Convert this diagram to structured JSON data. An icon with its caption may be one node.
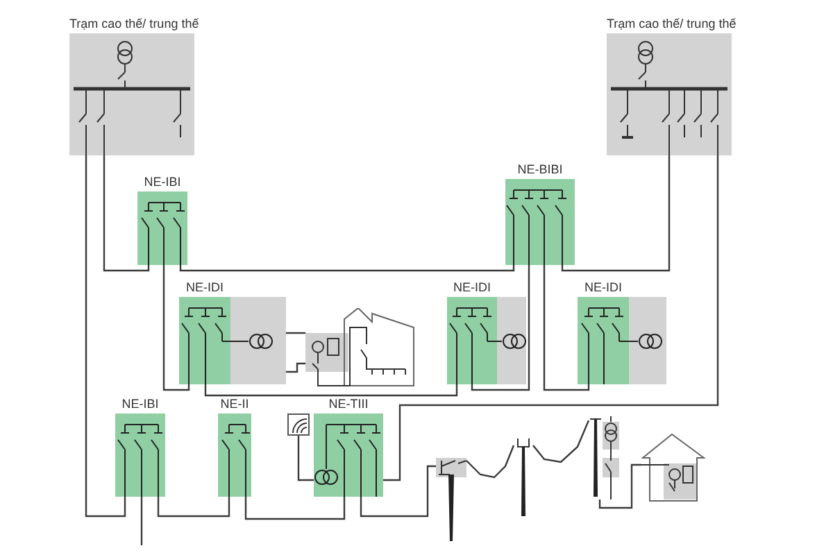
{
  "diagram": {
    "nodes": [
      {
        "text": [
          "Trạm cao thế/ trung thế"
        ]
      },
      {
        "text": [
          "Trạm cao thế/ trung thế"
        ]
      },
      {
        "text": [
          "NE-IBI"
        ]
      },
      {
        "text": [
          "NE-BIBI"
        ]
      },
      {
        "text": [
          "NE-IDI"
        ]
      },
      {
        "text": [
          "NE-IDI"
        ]
      },
      {
        "text": [
          "NE-IDI"
        ]
      },
      {
        "text": [
          "NE-IBI"
        ]
      },
      {
        "text": [
          "NE-II"
        ]
      },
      {
        "text": [
          "NE-TIII"
        ]
      },
      {
        "text": [],
        "shape": "picture"
      },
      {
        "text": [],
        "shape": "picture"
      },
      {
        "text": [],
        "shape": "picture"
      },
      {
        "text": [],
        "shape": "picture"
      },
      {
        "text": [],
        "shape": "picture"
      },
      {
        "text": [],
        "shape": "picture"
      }
    ],
    "edges": [
      {
        "from": 0,
        "to": 2,
        "arrow": "none"
      },
      {
        "from": 0,
        "to": 7,
        "arrow": "none"
      },
      {
        "from": 2,
        "to": 3,
        "arrow": "none"
      },
      {
        "from": 2,
        "to": 4,
        "arrow": "none"
      },
      {
        "from": 4,
        "to": 5,
        "arrow": "none"
      },
      {
        "from": 5,
        "to": 3,
        "arrow": "none"
      },
      {
        "from": 3,
        "to": 1,
        "arrow": "none"
      },
      {
        "from": 3,
        "to": 6,
        "arrow": "none"
      },
      {
        "from": 1,
        "to": 9,
        "arrow": "none"
      },
      {
        "from": 7,
        "to": null,
        "arrow": "none"
      },
      {
        "from": 7,
        "to": 8,
        "arrow": "none"
      },
      {
        "from": 8,
        "to": 9,
        "arrow": "none"
      },
      {
        "from": 9,
        "to": 12,
        "arrow": "none"
      },
      {
        "from": 12,
        "to": 13,
        "arrow": "none"
      },
      {
        "from": 13,
        "to": 14,
        "arrow": "none"
      },
      {
        "from": 14,
        "to": 15,
        "arrow": "none"
      },
      {
        "from": 10,
        "to": 9,
        "arrow": "none"
      },
      {
        "from": 4,
        "to": 11,
        "arrow": "none"
      },
      {
        "from": 4,
        "to": 11,
        "arrow": "none"
      }
    ]
  }
}
